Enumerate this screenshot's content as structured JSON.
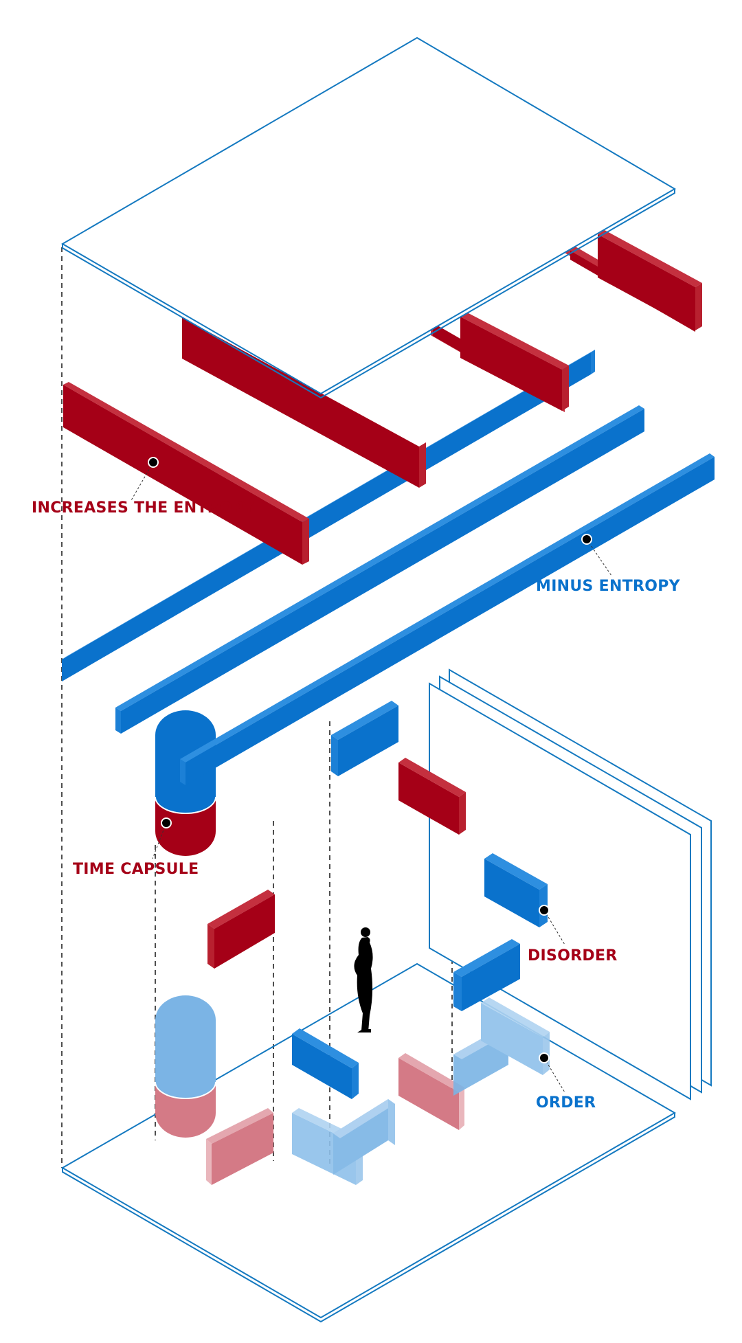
{
  "colors": {
    "red": "#A50017",
    "red_side": "#C4303F",
    "red_light": "#D47A86",
    "blue": "#0A72CC",
    "blue_side": "#2E8FE0",
    "blue_light": "#7BB4E5",
    "outline": "#1479C0",
    "guide": "#222222"
  },
  "labels": {
    "increases_entropy": "INCREASES THE ENTROPY",
    "minus_entropy": "MINUS ENTROPY",
    "time_capsule": "TIME CAPSULE",
    "disorder": "DISORDER",
    "order": "ORDER"
  },
  "icons": {
    "figure": "human-silhouette-icon",
    "marker": "dot-marker-icon"
  }
}
